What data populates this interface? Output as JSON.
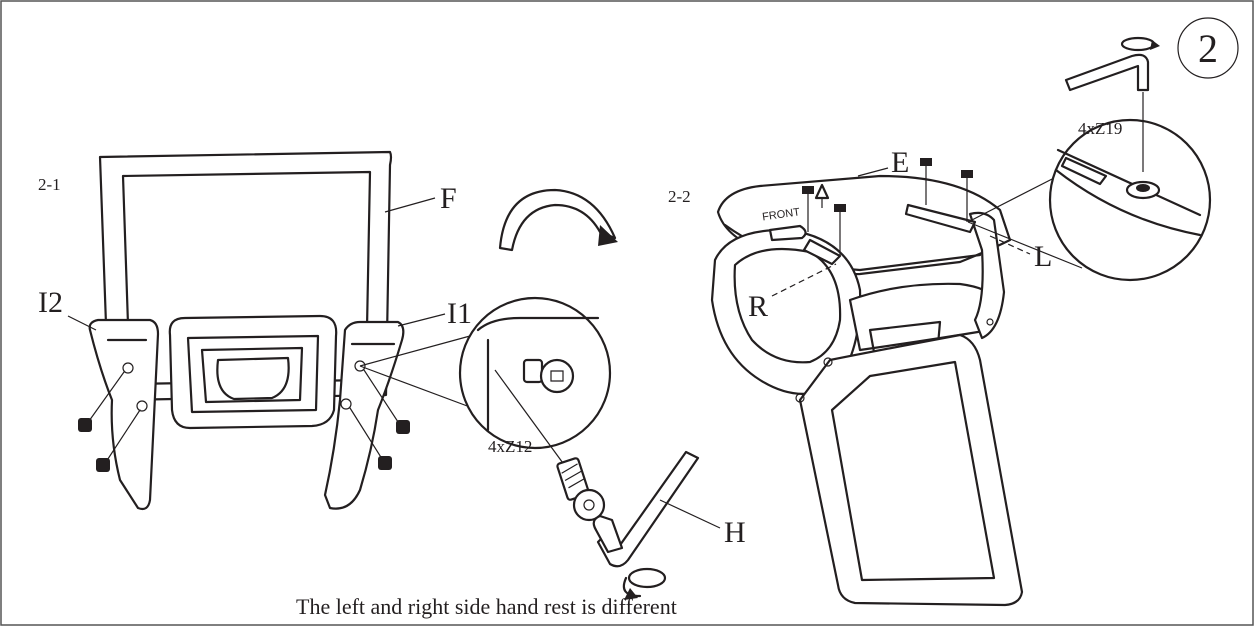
{
  "step": {
    "number": "2"
  },
  "sub_steps": {
    "left": "2-1",
    "right": "2-2"
  },
  "parts": {
    "backrest": "F",
    "armrest_right_side": "I1",
    "armrest_left_side": "I2",
    "hex_key": "H",
    "seat": "E",
    "armrest_R": "R",
    "armrest_L": "L"
  },
  "hardware": {
    "bolts_left": {
      "qty": "4x",
      "code": "Z12"
    },
    "bolts_right": {
      "qty": "4x",
      "code": "Z19"
    }
  },
  "seat_marking": "FRONT",
  "note": "The left and right side hand rest is different",
  "colors": {
    "ink": "#231f20",
    "frame": "#555555"
  }
}
